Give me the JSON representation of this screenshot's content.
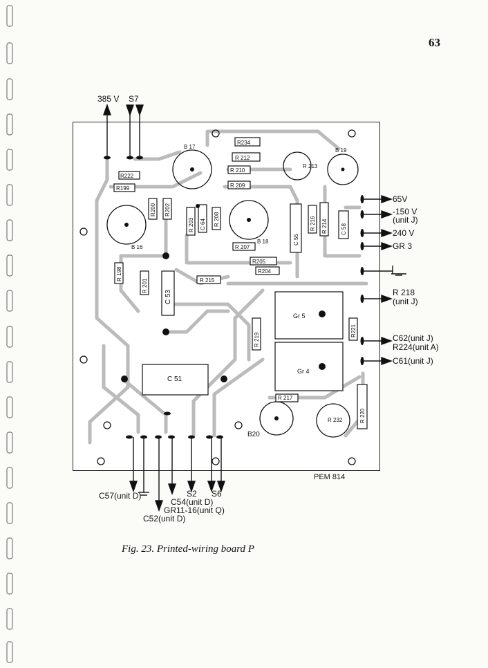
{
  "page": {
    "number": "63"
  },
  "figure": {
    "caption": "Fig. 23. Printed-wiring board P",
    "board_ref": "PEM 814"
  },
  "top_terminals": [
    "385 V",
    "S7"
  ],
  "right_terminals": [
    [
      "65V"
    ],
    [
      "-150 V",
      "(unit J)"
    ],
    [
      "240 V"
    ],
    [
      "GR 3"
    ],
    [
      "R 218",
      "(unit J)"
    ],
    [
      "C62(unit J)",
      "R224(unit A)"
    ],
    [
      "C61(unit J)"
    ]
  ],
  "bottom_terminals": [
    "C57(unit D)",
    "C54(unit D)",
    "GR11-16(unit Q)",
    "C52(unit D)",
    "S2",
    "S6"
  ],
  "components": {
    "resistors": [
      "R234",
      "R 212",
      "R 210",
      "R 209",
      "R222",
      "R199",
      "R200",
      "R202",
      "R 203",
      "R 208",
      "R 216",
      "R 214",
      "R 207",
      "R205",
      "R204",
      "R 215",
      "R 198",
      "R 201",
      "R 219",
      "R221",
      "R 217",
      "R 220",
      "R 213",
      "R 232"
    ],
    "capacitors": [
      "C 53",
      "C 51",
      "C 55",
      "C 58",
      "C 64"
    ],
    "valves": [
      "B 17",
      "B 19",
      "B 16",
      "B 18",
      "B20"
    ],
    "rectifiers": [
      "Gr 5",
      "Gr 4"
    ]
  }
}
